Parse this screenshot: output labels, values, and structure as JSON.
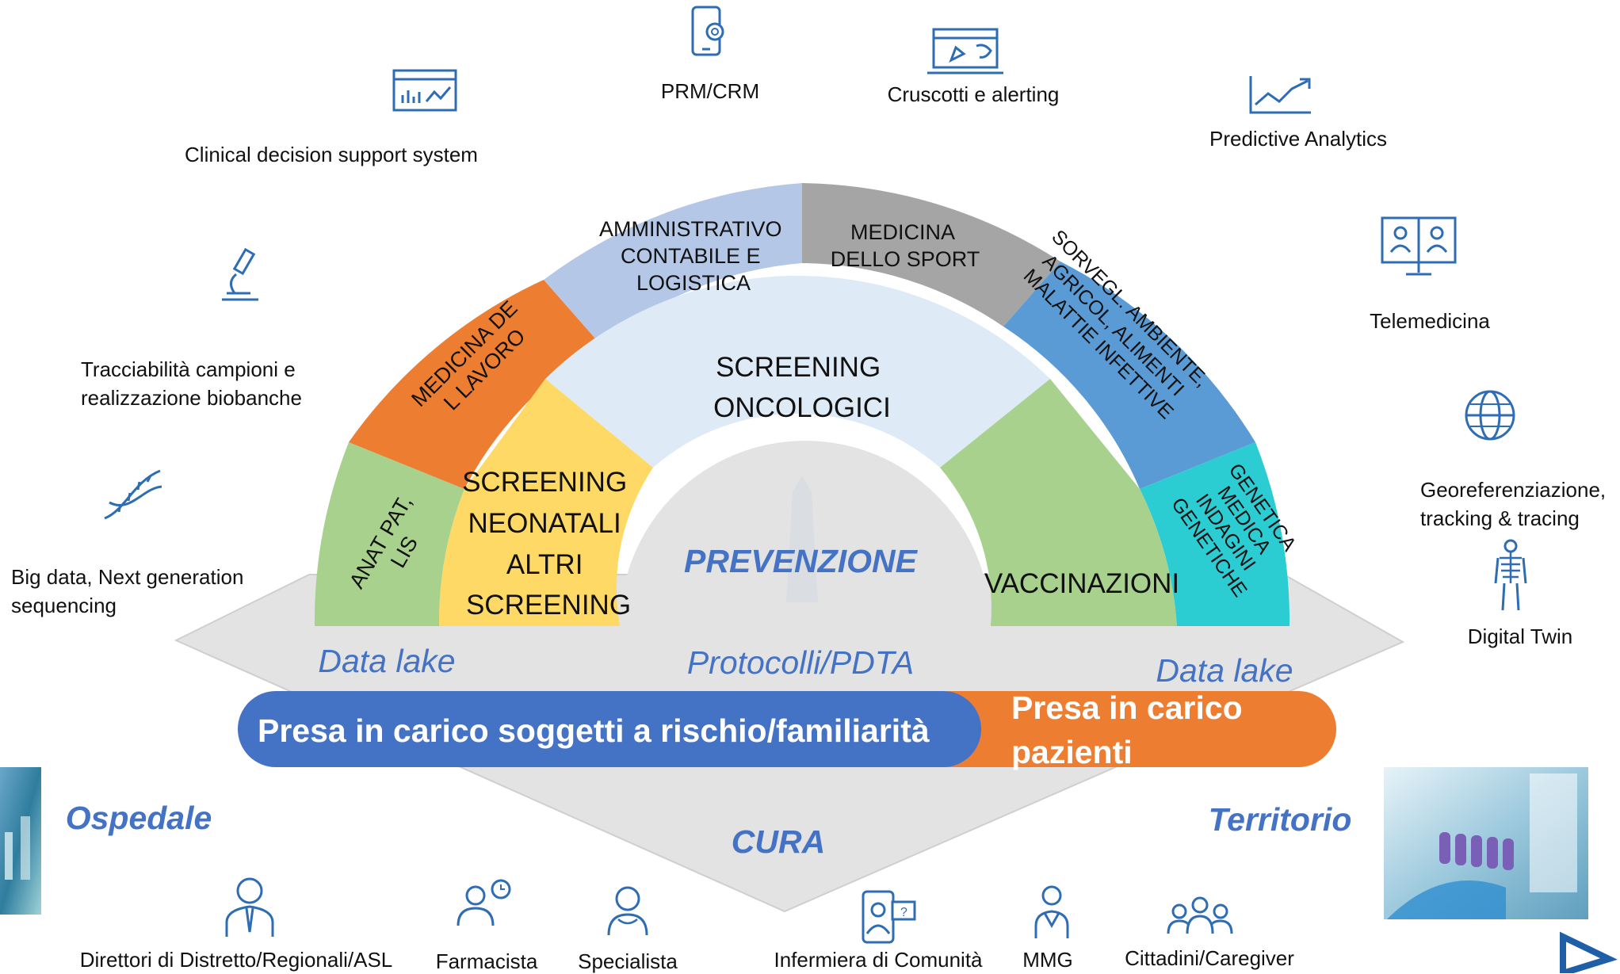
{
  "tools": {
    "cdss": "Clinical decision support system",
    "prm": "PRM/CRM",
    "dashboards": "Cruscotti e alerting",
    "predictive": "Predictive Analytics",
    "telemedicine": "Telemedicina",
    "tracking_line1": "Tracciabilità campioni e",
    "tracking_line2": "realizzazione biobanche",
    "georef_line1": "Georeferenziazione,",
    "georef_line2": "tracking & tracing",
    "bigdata_line1": "Big data, Next generation",
    "bigdata_line2": "sequencing",
    "digital_twin": "Digital Twin"
  },
  "outer_ring": {
    "anat": [
      "ANAT PAT,",
      "LIS"
    ],
    "medlav": [
      "MEDICINA DE",
      "L LAVORO"
    ],
    "amm": [
      "AMMINISTRATIVO",
      "CONTABILE E",
      "LOGISTICA"
    ],
    "sport": [
      "MEDICINA",
      "DELLO SPORT"
    ],
    "sorv": [
      "SORVEGL. AMBIENTE,",
      "AGRICOL, ALIMENTI",
      "MALATTIE INFETTIVE"
    ],
    "gen": [
      "GENETICA",
      "MEDICA",
      "INDAGINI",
      "GENETICHE"
    ]
  },
  "inner_ring": {
    "oncologici": [
      "SCREENING",
      "ONCOLOGICI"
    ],
    "neonatali": [
      "SCREENING",
      "NEONATALI",
      "ALTRI",
      "SCREENING"
    ],
    "vaccinazioni": "VACCINAZIONI"
  },
  "center": {
    "prevenzione": "PREVENZIONE",
    "data_lake_left": "Data lake",
    "protocolli": "Protocolli/PDTA",
    "data_lake_right": "Data lake",
    "cura": "CURA",
    "ospedale": "Ospedale",
    "territorio": "Territorio"
  },
  "bar": {
    "left": "Presa in carico soggetti a rischio/familiarità",
    "right_line1": "Presa in carico",
    "right_line2": "pazienti"
  },
  "actors": {
    "direttori": "Direttori di Distretto/Regionali/ASL",
    "farmacista": "Farmacista",
    "specialista": "Specialista",
    "infermiera": "Infermiera di Comunità",
    "mmg": "MMG",
    "cittadini": "Cittadini/Caregiver"
  },
  "colors": {
    "icon_blue": "#2E6DB4",
    "label_blue": "#4472C4",
    "bar_blue": "#4472C4",
    "bar_orange": "#ED7D31",
    "green": "#A9D18E",
    "orange": "#ED7D31",
    "lavender": "#B4C7E7",
    "gray": "#A5A5A5",
    "mid_blue": "#5B9BD5",
    "teal": "#2CCCD3",
    "yellow": "#FFD966",
    "pale_blue": "#DEEBF7",
    "diamond": "#E3E3E3"
  }
}
